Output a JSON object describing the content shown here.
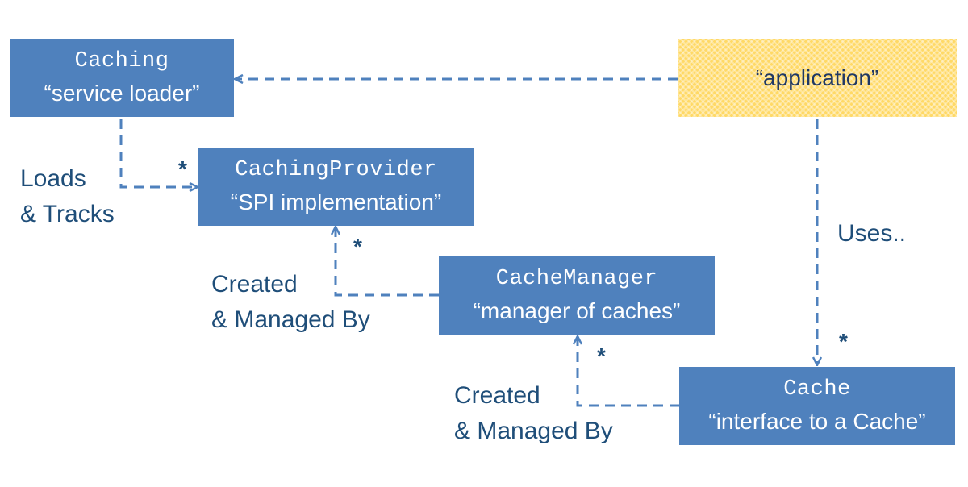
{
  "boxes": {
    "caching": {
      "code": "Caching",
      "desc": "“service loader”"
    },
    "caching_provider": {
      "code": "CachingProvider",
      "desc": "“SPI implementation”"
    },
    "cache_manager": {
      "code": "CacheManager",
      "desc": "“manager of caches”"
    },
    "cache": {
      "code": "Cache",
      "desc": "“interface to a Cache”"
    },
    "application": {
      "desc": "“application”"
    }
  },
  "labels": {
    "loads_line1": "Loads",
    "loads_line2": "& Tracks",
    "created_provider_line1": "Created",
    "created_provider_line2": "& Managed By",
    "created_manager_line1": "Created",
    "created_manager_line2": "& Managed By",
    "uses": "Uses.."
  },
  "multiplicity": {
    "provider": "*",
    "provider_up": "*",
    "manager_up": "*",
    "cache": "*"
  },
  "colors": {
    "box_fill": "#4F81BD",
    "box_text": "#FFFFFF",
    "application_fill": "#FFD966",
    "label_text": "#1F4E79",
    "arrow": "#4F81BD"
  }
}
